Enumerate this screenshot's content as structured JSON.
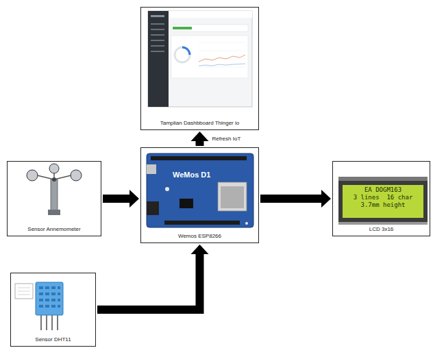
{
  "diagram": {
    "nodes": [
      {
        "text": [
          "Tamplian Dashbboard Thinger io"
        ]
      },
      {
        "text": [
          "Sensor Annemometer"
        ]
      },
      {
        "text": [
          "Wemos ESP8266"
        ]
      },
      {
        "text": [
          "LCD 3x16"
        ]
      },
      {
        "text": [
          "Sensor DHT11"
        ]
      }
    ],
    "edges": [
      {
        "from": 1,
        "to": 2,
        "arrow": "to"
      },
      {
        "from": 4,
        "to": 2,
        "arrow": "to"
      },
      {
        "from": 2,
        "to": 0,
        "arrow": "to",
        "label": "Refresh IoT"
      },
      {
        "from": 2,
        "to": 3,
        "arrow": "to"
      }
    ],
    "labels": [
      "WeMos D1",
      "EA DOGM163",
      "3 lines  16 char",
      "3.7mm height"
    ]
  }
}
